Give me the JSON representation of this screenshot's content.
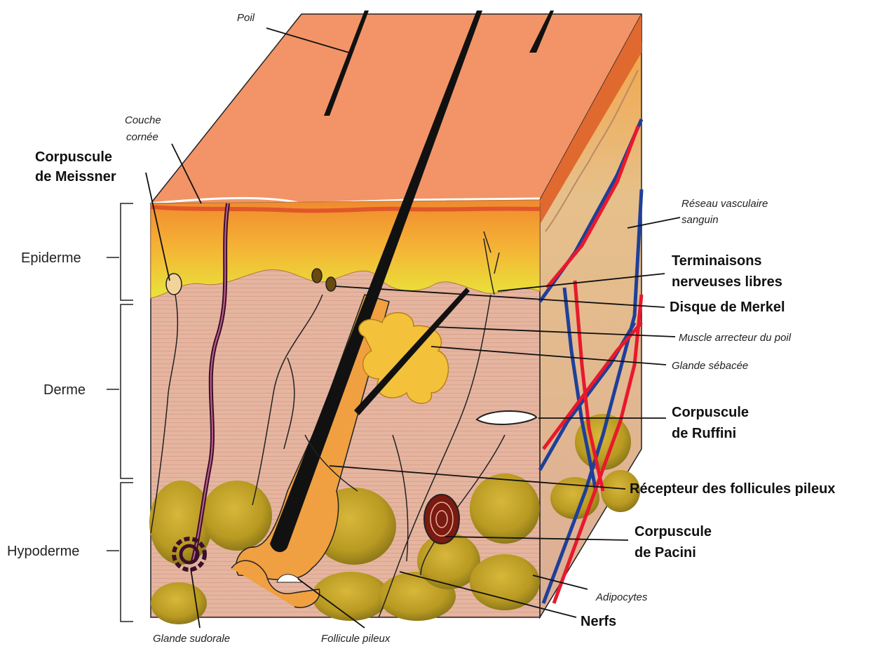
{
  "labels": {
    "poil": "Poil",
    "couche_cornee_1": "Couche",
    "couche_cornee_2": "cornée",
    "meissner_1": "Corpuscule",
    "meissner_2": "de Meissner",
    "epiderme": "Epiderme",
    "derme": "Derme",
    "hypoderme": "Hypoderme",
    "reseau_1": "Réseau vasculaire",
    "reseau_2": "sanguin",
    "terminaisons_1": "Terminaisons",
    "terminaisons_2": "nerveuses libres",
    "merkel": "Disque de Merkel",
    "muscle": "Muscle arrecteur du poil",
    "glande_sebacee": "Glande sébacée",
    "ruffini_1": "Corpuscule",
    "ruffini_2": "de Ruffini",
    "recepteur": "Récepteur des follicules pileux",
    "pacini_1": "Corpuscule",
    "pacini_2": "de Pacini",
    "adipocytes": "Adipocytes",
    "nerfs": "Nerfs",
    "glande_sudorale": "Glande sudorale",
    "follicule": "Follicule pileux"
  },
  "colors": {
    "surface": "#f2946a",
    "surface_edge": "#e06a3a",
    "epidermis_top": "#f5a23c",
    "epidermis_bottom": "#e8e23a",
    "dermis": "#e7b7a3",
    "fat": "#c9a824",
    "artery": "#e8192c",
    "vein": "#1f3f9a",
    "follicle": "#f0a040",
    "gland": "#f3c23a",
    "outline": "#111111"
  }
}
